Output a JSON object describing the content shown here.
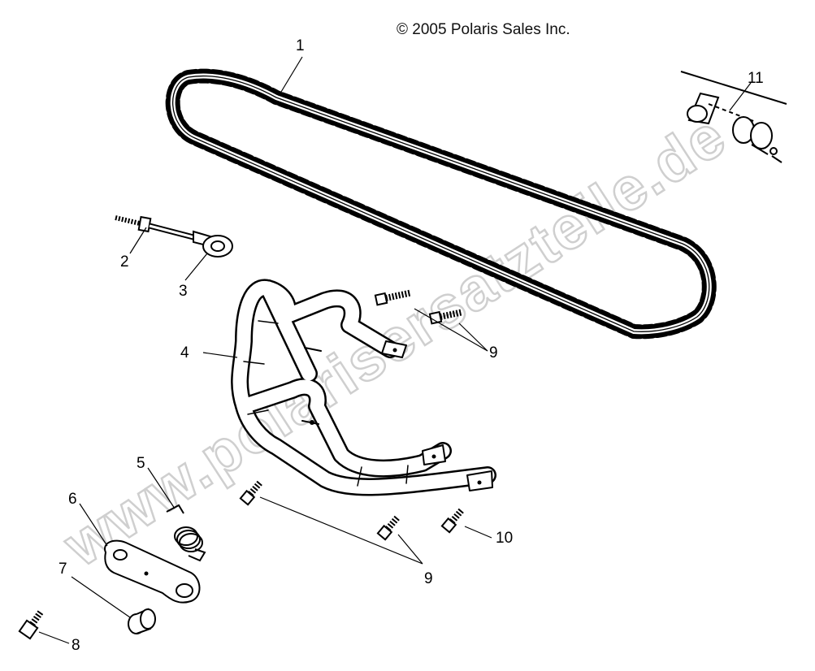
{
  "copyright": "© 2005 Polaris Sales Inc.",
  "watermark": "www.polarisersatzteile.de",
  "callouts": {
    "c1": "1",
    "c2": "2",
    "c3": "3",
    "c4": "4",
    "c5": "5",
    "c6": "6",
    "c7": "7",
    "c8": "8",
    "c9a": "9",
    "c9b": "9",
    "c10": "10",
    "c11": "11"
  },
  "colors": {
    "line": "#000000",
    "watermark": "#d9d9d9",
    "background": "#ffffff"
  }
}
